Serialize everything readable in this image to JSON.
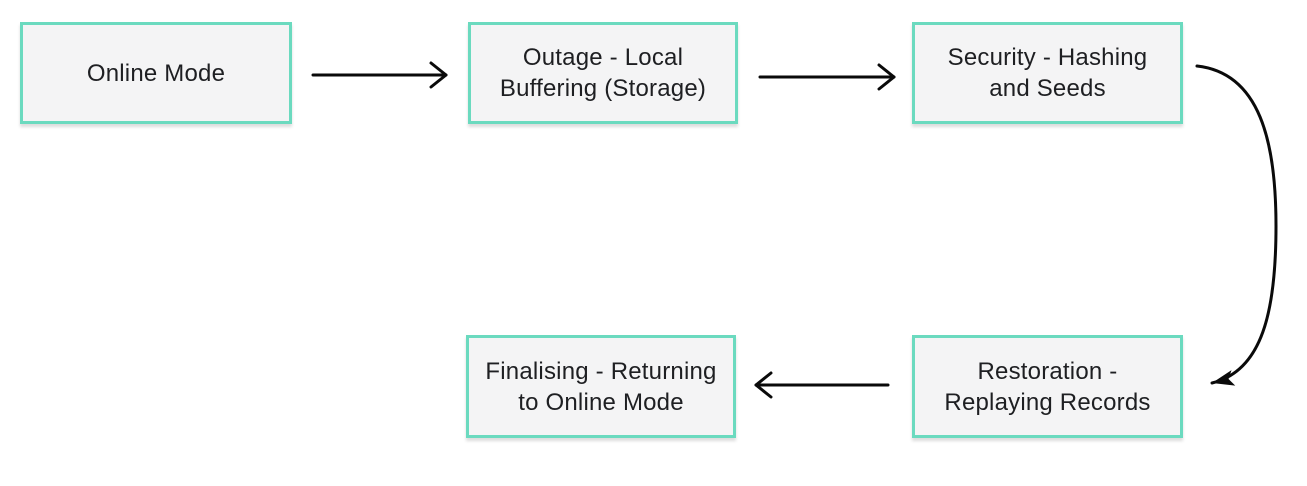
{
  "colors": {
    "background": "#ffffff",
    "node_border": "#6bdabf",
    "node_fill": "#f4f4f5",
    "text": "#1e1f22",
    "arrow": "#0a0a0a"
  },
  "nodes": [
    {
      "id": "online-mode",
      "label": "Online Mode",
      "lines": [
        "Online Mode"
      ]
    },
    {
      "id": "outage-local-buffering",
      "label": "Outage - Local Buffering (Storage)",
      "lines": [
        "Outage - Local",
        "Buffering (Storage)"
      ]
    },
    {
      "id": "security-hashing-seeds",
      "label": "Security - Hashing and Seeds",
      "lines": [
        "Security - Hashing",
        "and Seeds"
      ]
    },
    {
      "id": "restoration-replaying-records",
      "label": "Restoration - Replaying Records",
      "lines": [
        "Restoration -",
        "Replaying Records"
      ]
    },
    {
      "id": "finalising-returning-online",
      "label": "Finalising - Returning to Online Mode",
      "lines": [
        "Finalising - Returning",
        "to Online Mode"
      ]
    }
  ],
  "edges": [
    {
      "from": "online-mode",
      "to": "outage-local-buffering",
      "style": "straight-right"
    },
    {
      "from": "outage-local-buffering",
      "to": "security-hashing-seeds",
      "style": "straight-right"
    },
    {
      "from": "security-hashing-seeds",
      "to": "restoration-replaying-records",
      "style": "curved-down"
    },
    {
      "from": "restoration-replaying-records",
      "to": "finalising-returning-online",
      "style": "straight-left"
    }
  ]
}
